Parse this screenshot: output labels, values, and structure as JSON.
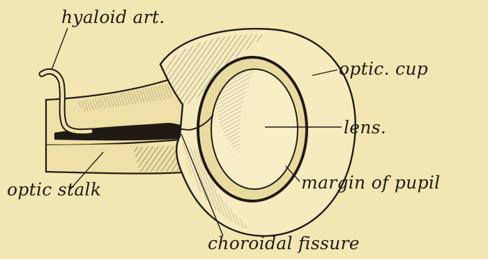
{
  "labels": {
    "hyaloid_artery": "hyaloid art.",
    "optic_cup": "optic. cup",
    "lens": "lens.",
    "margin_of_pupil": "margin of pupil",
    "optic_stalk": "optic stalk",
    "choroidal_fissure": "choroidal fissure"
  },
  "colors": {
    "paper": "#f2e6b2",
    "ink": "#1f1a12"
  }
}
